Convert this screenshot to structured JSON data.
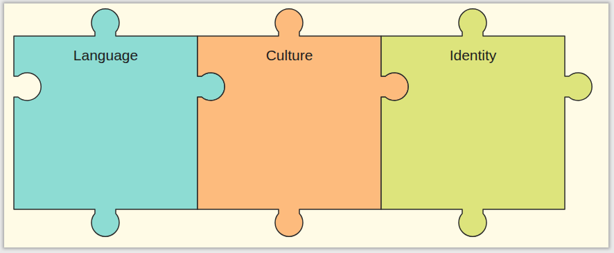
{
  "diagram": {
    "nodes": [
      {
        "text": [
          "Language"
        ]
      },
      {
        "text": [
          "Culture"
        ]
      },
      {
        "text": [
          "Identity"
        ]
      }
    ]
  }
}
